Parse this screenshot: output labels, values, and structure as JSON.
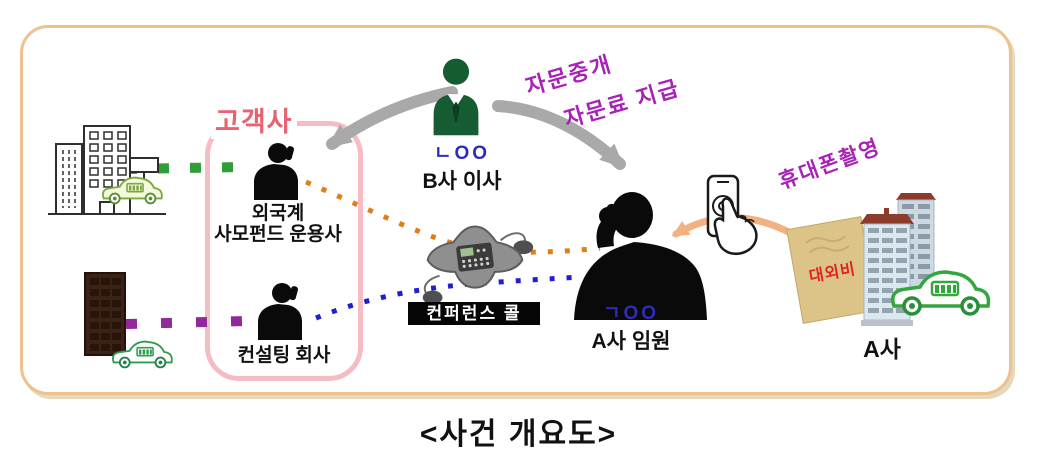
{
  "diagram": {
    "caption": "<사건 개요도>",
    "broker": {
      "name": "ㄴOO",
      "title": "B사 이사"
    },
    "annotations": {
      "advisory_brokerage": "자문중개",
      "advisory_fee": "자문료 지급",
      "phone_filming": "휴대폰촬영"
    },
    "clients": {
      "group_label": "고객사",
      "fund_name_line1": "외국계",
      "fund_name_line2": "사모펀드 운용사",
      "consulting_name": "컨설팅 회사"
    },
    "conference_call_label": "컨퍼런스 콜",
    "executive": {
      "name": "ㄱOO",
      "title": "A사 임원"
    },
    "confidential_doc_label": "대외비",
    "company_a_label": "A사"
  },
  "colors": {
    "frame_border": "#edc28f",
    "client_box_border": "#f6bcc4",
    "client_label_pink": "#e8636f",
    "handwriting_purple": "#a822b8",
    "name_blue": "#2d2dbb",
    "broker_green": "#165c33",
    "gray_arrow": "#a9a9a9",
    "salmon_arrow": "#f2b183",
    "orange_dotted_line": "#e07f18",
    "blue_dotted_line": "#1f1fd0",
    "green_dashed_line": "#2f9e36",
    "purple_dashed_line": "#93289c",
    "confidential_red": "#e02222",
    "document_tan": "#dcc488"
  }
}
